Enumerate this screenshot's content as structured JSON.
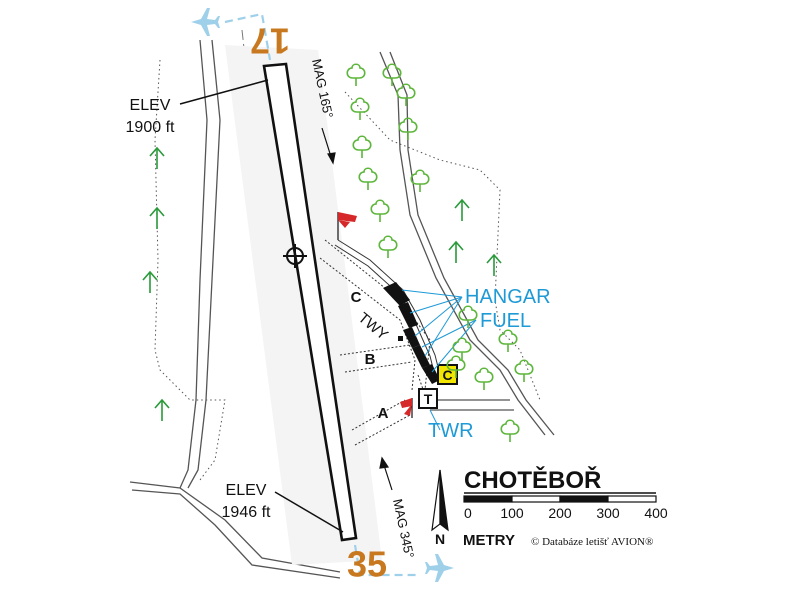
{
  "aerodrome": {
    "name": "CHOTĚBOŘ",
    "credit": "© Databáze letišť AVION®"
  },
  "runway": {
    "north_designator": "17",
    "south_designator": "35",
    "north_heading": "MAG 165°",
    "south_heading": "MAG 345°",
    "north_elev_label": "ELEV",
    "north_elev_value": "1900 ft",
    "south_elev_label": "ELEV",
    "south_elev_value": "1946 ft"
  },
  "taxiways": {
    "label": "TWY",
    "a": "A",
    "b": "B",
    "c": "C"
  },
  "facilities": {
    "hangar": "HANGAR",
    "fuel": "FUEL",
    "tower": "TWR",
    "tower_symbol": "T",
    "c_symbol": "C"
  },
  "scale": {
    "unit": "METRY",
    "ticks": [
      "0",
      "100",
      "200",
      "300",
      "400"
    ],
    "north": "N"
  },
  "colors": {
    "runway_designator": "#c8781e",
    "facility_label": "#1e9ad6",
    "windsock": "#d62828",
    "tree": "#5cb63a",
    "conifer": "#2a9a3a",
    "c_symbol_fill": "#f2e600",
    "approach_arrow": "#9fd0ea"
  }
}
